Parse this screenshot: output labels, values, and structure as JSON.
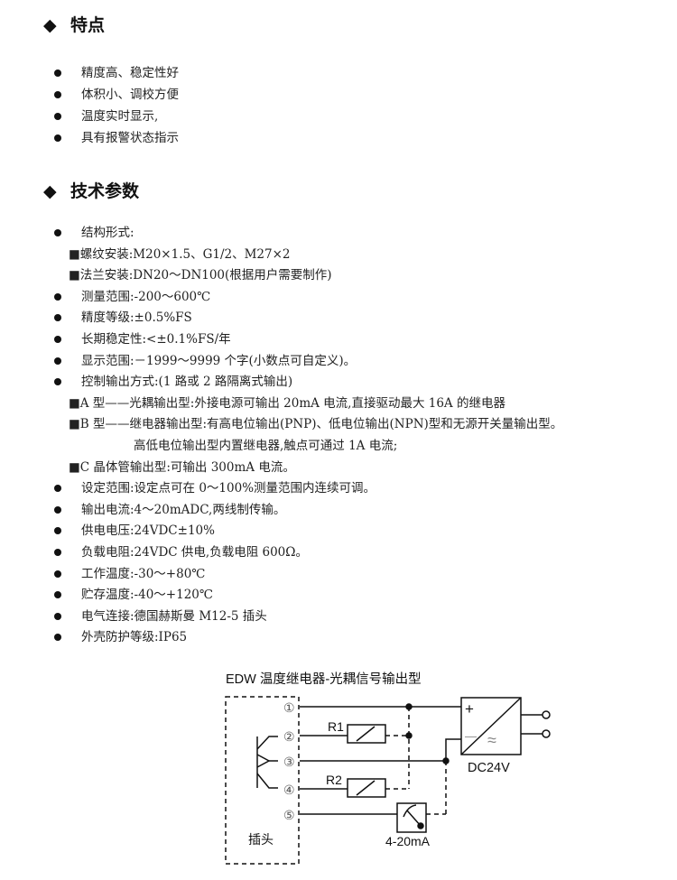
{
  "features": {
    "heading": "特点",
    "items": [
      "精度高、稳定性好",
      "体积小、调校方便",
      "温度实时显示,",
      "具有报警状态指示"
    ]
  },
  "specs": {
    "heading": "技术参数",
    "items": [
      {
        "type": "bullet",
        "text": "结构形式:"
      },
      {
        "type": "square",
        "text": "■螺纹安装:M20×1.5、G1/2、M27×2"
      },
      {
        "type": "square",
        "text": "■法兰安装:DN20～DN100(根据用户需要制作)"
      },
      {
        "type": "bullet",
        "text": "测量范围:-200～600℃"
      },
      {
        "type": "bullet",
        "text": "精度等级:±0.5%FS"
      },
      {
        "type": "bullet",
        "text": "长期稳定性:<±0.1%FS/年"
      },
      {
        "type": "bullet",
        "text": "显示范围:－1999～9999 个字(小数点可自定义)。"
      },
      {
        "type": "bullet",
        "text": "控制输出方式:(1 路或 2 路隔离式输出)"
      },
      {
        "type": "square",
        "text": "■A 型——光耦输出型:外接电源可输出 20mA 电流,直接驱动最大 16A 的继电器"
      },
      {
        "type": "square",
        "text": "■B 型——继电器输出型:有高电位输出(PNP)、低电位输出(NPN)型和无源开关量输出型。"
      },
      {
        "type": "indent",
        "text": "高低电位输出型内置继电器,触点可通过 1A 电流;"
      },
      {
        "type": "square",
        "text": "■C 晶体管输出型:可输出 300mA 电流。"
      },
      {
        "type": "bullet",
        "text": "设定范围:设定点可在 0～100%测量范围内连续可调。"
      },
      {
        "type": "bullet",
        "text": "输出电流:4～20mADC,两线制传输。"
      },
      {
        "type": "bullet",
        "text": "供电电压:24VDC±10%"
      },
      {
        "type": "bullet",
        "text": "负载电阻:24VDC 供电,负载电阻 600Ω。"
      },
      {
        "type": "bullet",
        "text": "工作温度:-30～+80℃"
      },
      {
        "type": "bullet",
        "text": "贮存温度:-40～+120℃"
      },
      {
        "type": "bullet",
        "text": "电气连接:德国赫斯曼 M12-5 插头"
      },
      {
        "type": "bullet",
        "text": "外壳防护等级:IP65"
      }
    ]
  },
  "diagram": {
    "title": "EDW 温度继电器-光耦信号输出型",
    "terminals": [
      "①",
      "②",
      "③",
      "④",
      "⑤"
    ],
    "plug_label": "插头",
    "r1": "R1",
    "r2": "R2",
    "plus": "+",
    "minus": "—",
    "ac": "≈",
    "supply": "DC24V",
    "meter": "4-20mA"
  }
}
